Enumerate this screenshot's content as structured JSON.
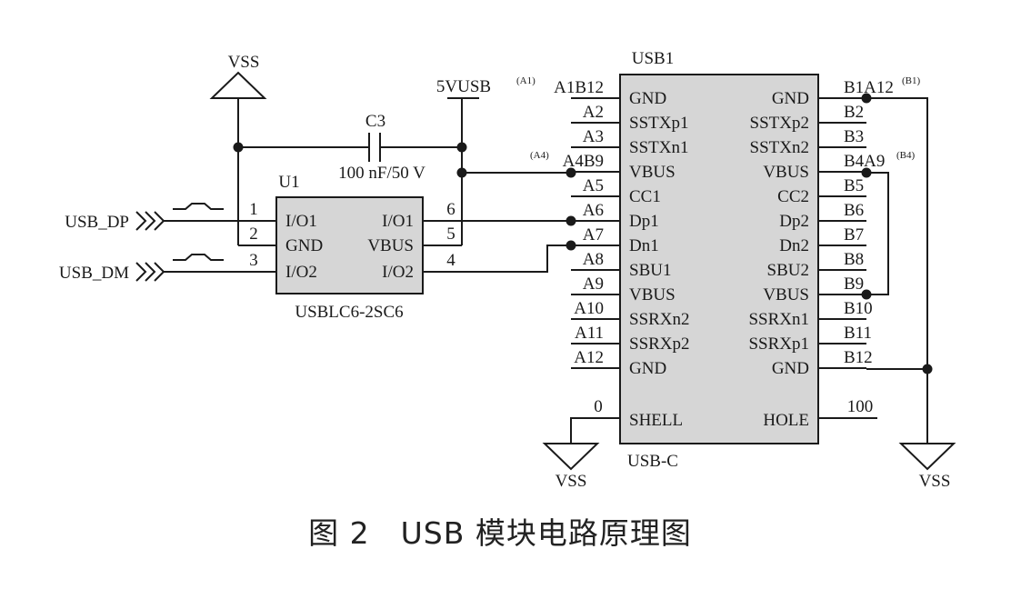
{
  "power_labels": {
    "vss_left": "VSS",
    "vss_bottom": "VSS",
    "vss_right": "VSS",
    "rail": "5VUSB"
  },
  "capacitor": {
    "ref": "C3",
    "value": "100 nF/50 V"
  },
  "u1": {
    "ref": "U1",
    "part": "USBLC6-2SC6",
    "left_pins": [
      {
        "num": "1",
        "name": "I/O1"
      },
      {
        "num": "2",
        "name": "GND"
      },
      {
        "num": "3",
        "name": "I/O2"
      }
    ],
    "right_pins": [
      {
        "num": "6",
        "name": "I/O1"
      },
      {
        "num": "5",
        "name": "VBUS"
      },
      {
        "num": "4",
        "name": "I/O2"
      }
    ]
  },
  "nets": {
    "dp": "USB_DP",
    "dm": "USB_DM"
  },
  "usb1": {
    "ref": "USB1",
    "part": "USB-C",
    "left_pins": [
      {
        "num": "A1B12",
        "name": "GND"
      },
      {
        "num": "A2",
        "name": "SSTXp1"
      },
      {
        "num": "A3",
        "name": "SSTXn1"
      },
      {
        "num": "A4B9",
        "name": "VBUS"
      },
      {
        "num": "A5",
        "name": "CC1"
      },
      {
        "num": "A6",
        "name": "Dp1"
      },
      {
        "num": "A7",
        "name": "Dn1"
      },
      {
        "num": "A8",
        "name": "SBU1"
      },
      {
        "num": "A9",
        "name": "VBUS"
      },
      {
        "num": "A10",
        "name": "SSRXn2"
      },
      {
        "num": "A11",
        "name": "SSRXp2"
      },
      {
        "num": "A12",
        "name": "GND"
      }
    ],
    "right_pins": [
      {
        "num": "B1A12",
        "name": "GND"
      },
      {
        "num": "B2",
        "name": "SSTXp2"
      },
      {
        "num": "B3",
        "name": "SSTXn2"
      },
      {
        "num": "B4A9",
        "name": "VBUS"
      },
      {
        "num": "B5",
        "name": "CC2"
      },
      {
        "num": "B6",
        "name": "Dp2"
      },
      {
        "num": "B7",
        "name": "Dn2"
      },
      {
        "num": "B8",
        "name": "SBU2"
      },
      {
        "num": "B9",
        "name": "VBUS"
      },
      {
        "num": "B10",
        "name": "SSRXn1"
      },
      {
        "num": "B11",
        "name": "SSRXp1"
      },
      {
        "num": "B12",
        "name": "GND"
      }
    ],
    "shell": {
      "num": "0",
      "name": "SHELL"
    },
    "hole": {
      "num": "100",
      "name": "HOLE"
    },
    "superscripts": {
      "a1": "(A1)",
      "a4": "(A4)",
      "b1": "(B1)",
      "b4": "(B4)"
    }
  },
  "caption": "图 2　USB 模块电路原理图"
}
